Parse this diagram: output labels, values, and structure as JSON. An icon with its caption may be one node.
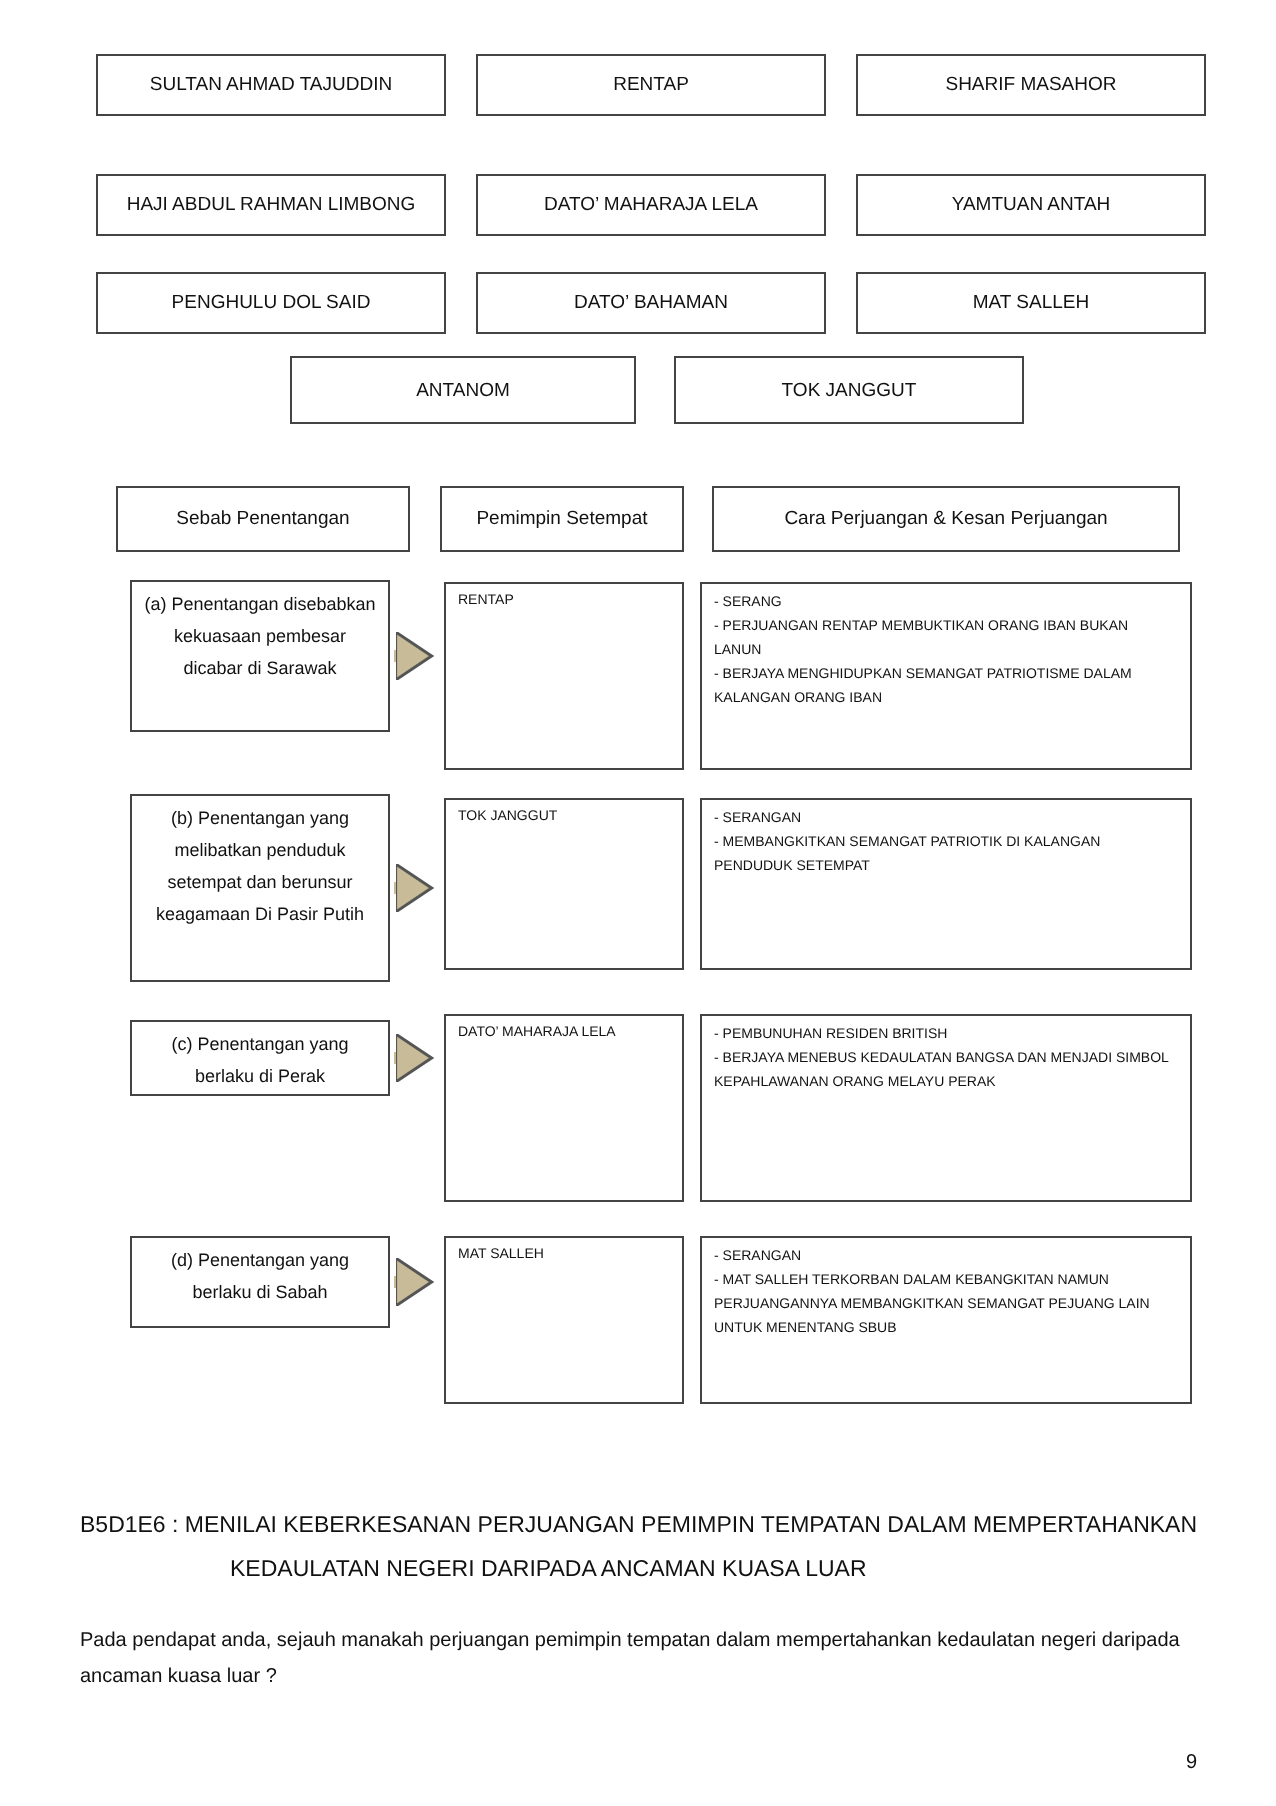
{
  "diagram": {
    "title": "B5D1E6 : MENILAI KEBERKESANAN PERJUANGAN PEMIMPIN TEMPATAN DALAM MEMPERTAHANKAN KEDAULATAN NEGERI DARIPADA ANCAMAN KUASA LUAR",
    "nodes": [
      {
        "text": [
          "SULTAN AHMAD TAJUDDIN"
        ]
      },
      {
        "text": [
          "RENTAP"
        ]
      },
      {
        "text": [
          "SHARIF MASAHOR"
        ]
      },
      {
        "text": [
          "HAJI ABDUL RAHMAN LIMBONG"
        ]
      },
      {
        "text": [
          "DATO’ MAHARAJA LELA"
        ]
      },
      {
        "text": [
          "YAMTUAN ANTAH"
        ]
      },
      {
        "text": [
          "PENGHULU DOL SAID"
        ]
      },
      {
        "text": [
          "DATO’ BAHAMAN"
        ]
      },
      {
        "text": [
          "MAT SALLEH"
        ]
      },
      {
        "text": [
          "ANTANOM"
        ]
      },
      {
        "text": [
          "TOK JANGGUT"
        ]
      },
      {
        "text": [
          "Sebab Penentangan"
        ]
      },
      {
        "text": [
          "Pemimpin Setempat"
        ]
      },
      {
        "text": [
          "Cara Perjuangan & Kesan Perjuangan"
        ]
      },
      {
        "text": [
          "(a) Penentangan disebabkan kekuasaan pembesar dicabar di Sarawak"
        ]
      },
      {
        "text": [
          "RENTAP"
        ]
      },
      {
        "text": [
          "- SERANG",
          "- PERJUANGAN RENTAP MEMBUKTIKAN ORANG IBAN BUKAN LANUN",
          "- BERJAYA MENGHIDUPKAN SEMANGAT PATRIOTISME DALAM KALANGAN ORANG IBAN"
        ]
      },
      {
        "text": [
          "(b) Penentangan yang melibatkan penduduk setempat dan berunsur keagamaan Di Pasir Putih"
        ]
      },
      {
        "text": [
          "TOK JANGGUT"
        ]
      },
      {
        "text": [
          "- SERANGAN",
          "- MEMBANGKITKAN SEMANGAT PATRIOTIK DI KALANGAN PENDUDUK SETEMPAT"
        ]
      },
      {
        "text": [
          "(c) Penentangan yang berlaku di Perak"
        ]
      },
      {
        "text": [
          "DATO’ MAHARAJA LELA"
        ]
      },
      {
        "text": [
          "- PEMBUNUHAN RESIDEN BRITISH",
          "- BERJAYA MENEBUS KEDAULATAN BANGSA DAN MENJADI SIMBOL KEPAHLAWANAN ORANG MELAYU PERAK"
        ]
      },
      {
        "text": [
          "(d) Penentangan yang berlaku di Sabah"
        ]
      },
      {
        "text": [
          "MAT SALLEH"
        ]
      },
      {
        "text": [
          "- SERANGAN",
          "- MAT SALLEH TERKORBAN DALAM KEBANGKITAN NAMUN PERJUANGANNYA MEMBANGKITKAN SEMANGAT PEJUANG LAIN UNTUK MENENTANG SBUB"
        ]
      }
    ],
    "edges": [
      {
        "from": 14,
        "to": 15,
        "arrow": "to"
      },
      {
        "from": 17,
        "to": 18,
        "arrow": "to"
      },
      {
        "from": 20,
        "to": 21,
        "arrow": "to"
      },
      {
        "from": 23,
        "to": 24,
        "arrow": "to"
      }
    ],
    "labels": [
      "Pada pendapat anda, sejauh manakah perjuangan pemimpin tempatan dalam mempertahankan kedaulatan negeri daripada ancaman kuasa luar ?",
      "9"
    ]
  }
}
